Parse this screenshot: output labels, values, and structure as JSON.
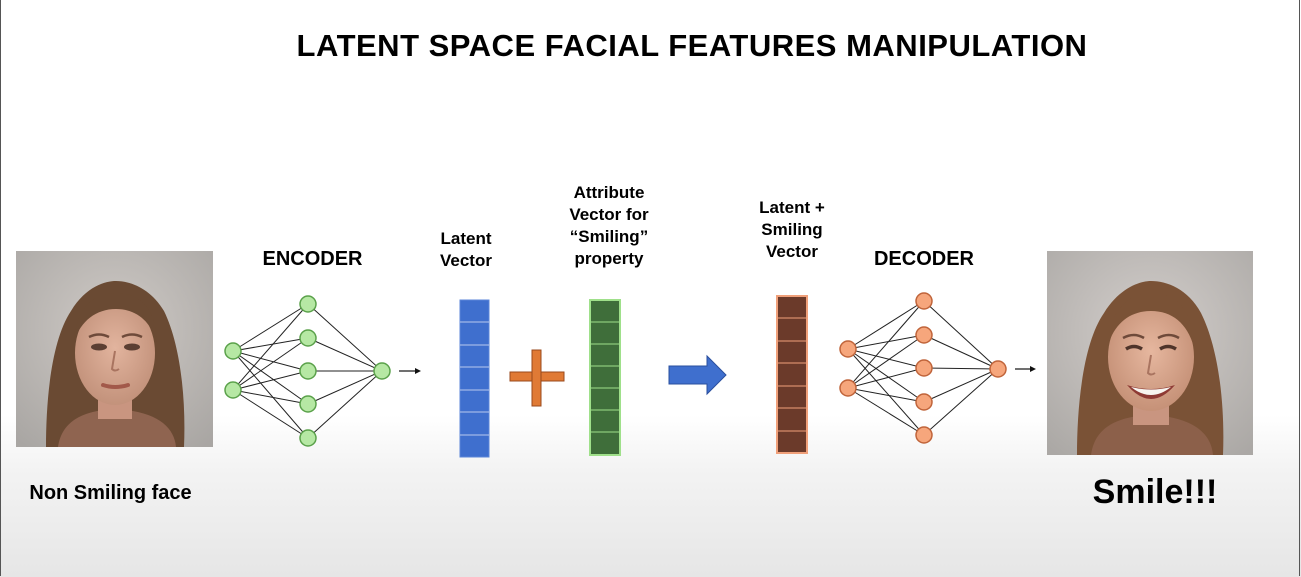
{
  "title": "LATENT SPACE FACIAL FEATURES MANIPULATION",
  "labels": {
    "encoder": "ENCODER",
    "latent_vector": "Latent Vector",
    "attribute_vector": "Attribute Vector for “Smiling” property",
    "latent_plus_smiling": "Latent + Smiling Vector",
    "decoder": "DECODER",
    "input_caption": "Non Smiling face",
    "output_caption": "Smile!!!"
  },
  "colors": {
    "encoder_node": "#b6e8a4",
    "encoder_node_stroke": "#5aa14a",
    "latent_vector": "#3f6fce",
    "attribute_vector": "#3f6e3a",
    "attribute_vector_stroke": "#9fe08a",
    "combined_vector": "#6b3a2a",
    "combined_vector_stroke": "#f0a07a",
    "decoder_node": "#f6a67c",
    "decoder_node_stroke": "#c0643a",
    "plus_sign": "#e07a35",
    "arrow": "#3f6fce"
  },
  "icons": {
    "input_image": "face-neutral-icon",
    "output_image": "face-smiling-icon",
    "operator": "plus-icon",
    "flow": "right-arrow-icon"
  }
}
